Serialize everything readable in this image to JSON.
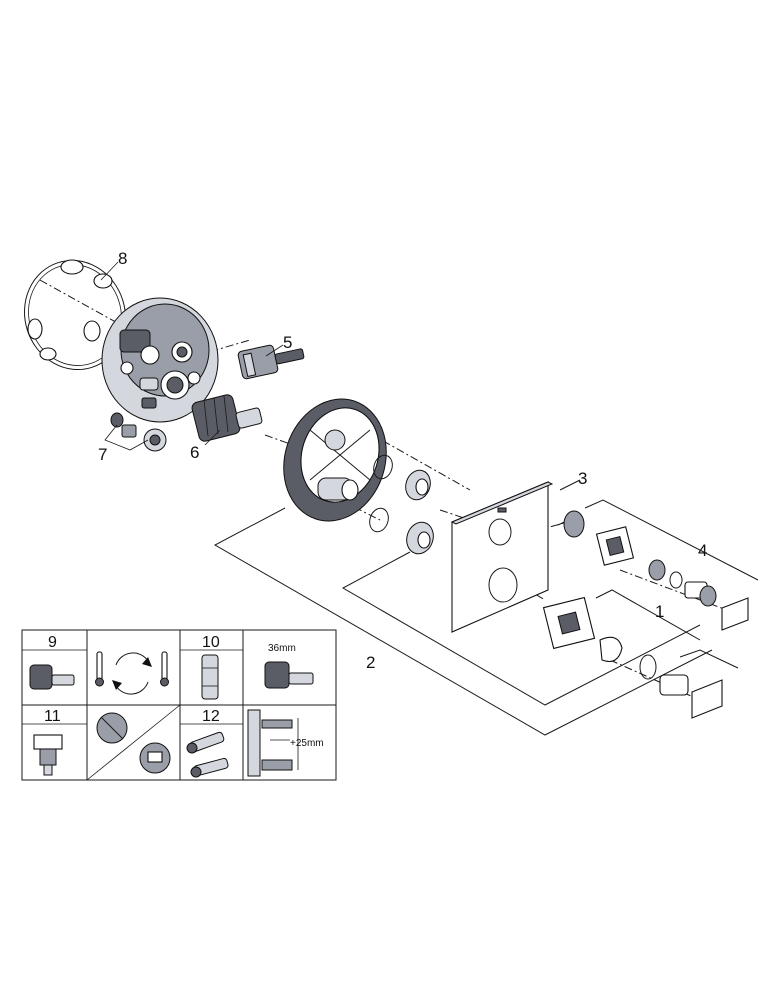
{
  "callouts": {
    "c1": "1",
    "c2": "2",
    "c3": "3",
    "c4": "4",
    "c5": "5",
    "c6": "6",
    "c7": "7",
    "c8": "8"
  },
  "legend_table": {
    "cells": [
      {
        "number": "9",
        "note": ""
      },
      {
        "number": "",
        "note": ""
      },
      {
        "number": "10",
        "note": ""
      },
      {
        "number": "",
        "note": "36mm"
      },
      {
        "number": "11",
        "note": ""
      },
      {
        "number": "",
        "note": ""
      },
      {
        "number": "12",
        "note": ""
      },
      {
        "number": "",
        "note": "+25mm"
      }
    ]
  },
  "icons": [
    "cartridge-icon",
    "thermometer-cycle-icon",
    "extension-sleeve-icon",
    "cartridge-36mm-icon",
    "tool-key-icon",
    "surface-icons",
    "screw-set-icon",
    "wall-depth-icon"
  ],
  "colors": {
    "line": "#1a1a1a",
    "shade-dark": "#5a5d66",
    "shade-mid": "#9a9ea8",
    "shade-light": "#d4d7de",
    "hot": "#444444",
    "cold": "#888888"
  }
}
